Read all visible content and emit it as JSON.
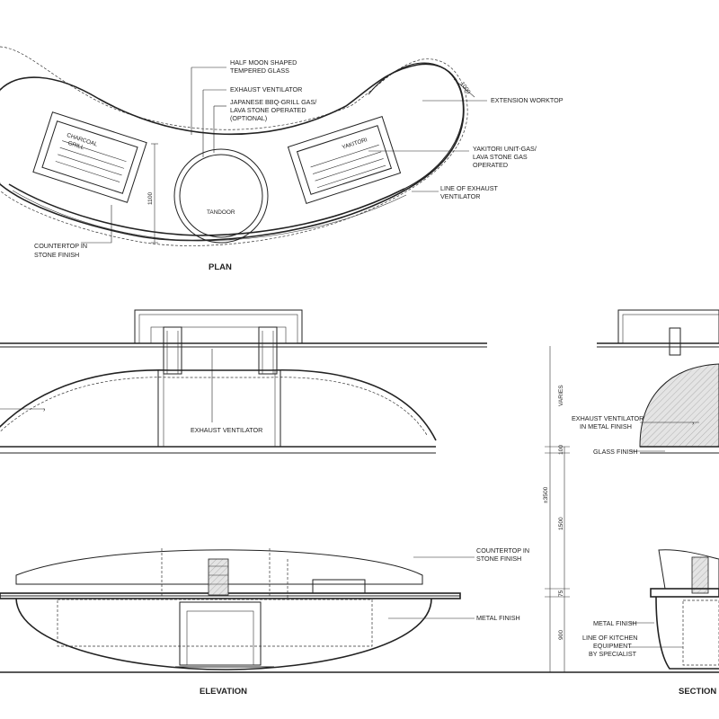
{
  "plan": {
    "title": "PLAN",
    "inner_labels": {
      "charcoal": [
        "CHARCOAL",
        "GRILL"
      ],
      "yakitori": "YAKITORI",
      "tandoor": "TANDOOR"
    },
    "dim_1100": "1100",
    "dim_1000": "1000",
    "callouts": {
      "half_moon": [
        "HALF MOON SHAPED",
        "TEMPERED GLASS"
      ],
      "exhaust": "EXHAUST VENTILATOR",
      "japanese": [
        "JAPANESE BBQ-GRILL GAS/",
        "LAVA STONE OPERATED",
        "(OPTIONAL)"
      ],
      "extension": "EXTENSION WORKTOP",
      "yakitori_unit": [
        "YAKITORI UNIT-GAS/",
        "LAVA STONE GAS",
        "OPERATED"
      ],
      "line_exhaust": [
        "LINE OF EXHAUST",
        "VENTILATOR"
      ],
      "countertop": [
        "COUNTERTOP IN",
        "STONE FINISH"
      ]
    }
  },
  "elevation": {
    "title": "ELEVATION",
    "exhaust_label": "EXHAUST VENTILATOR",
    "countertop": [
      "COUNTERTOP IN",
      "STONE FINISH"
    ],
    "metal_finish": "METAL FINISH"
  },
  "section": {
    "title": "SECTION",
    "exhaust_metal": [
      "EXHAUST VENTILATOR",
      "IN METAL FINISH"
    ],
    "glass_finish": "GLASS FINISH",
    "metal_finish": "METAL FINISH",
    "kitchen_equip": [
      "LINE OF KITCHEN",
      "EQUIPMENT",
      "BY SPECIALIST"
    ],
    "dims": {
      "varies": "VARIES",
      "d100": "100",
      "d3500": "±3500",
      "d1500": "1500",
      "d75": "75",
      "d900": "900"
    }
  }
}
